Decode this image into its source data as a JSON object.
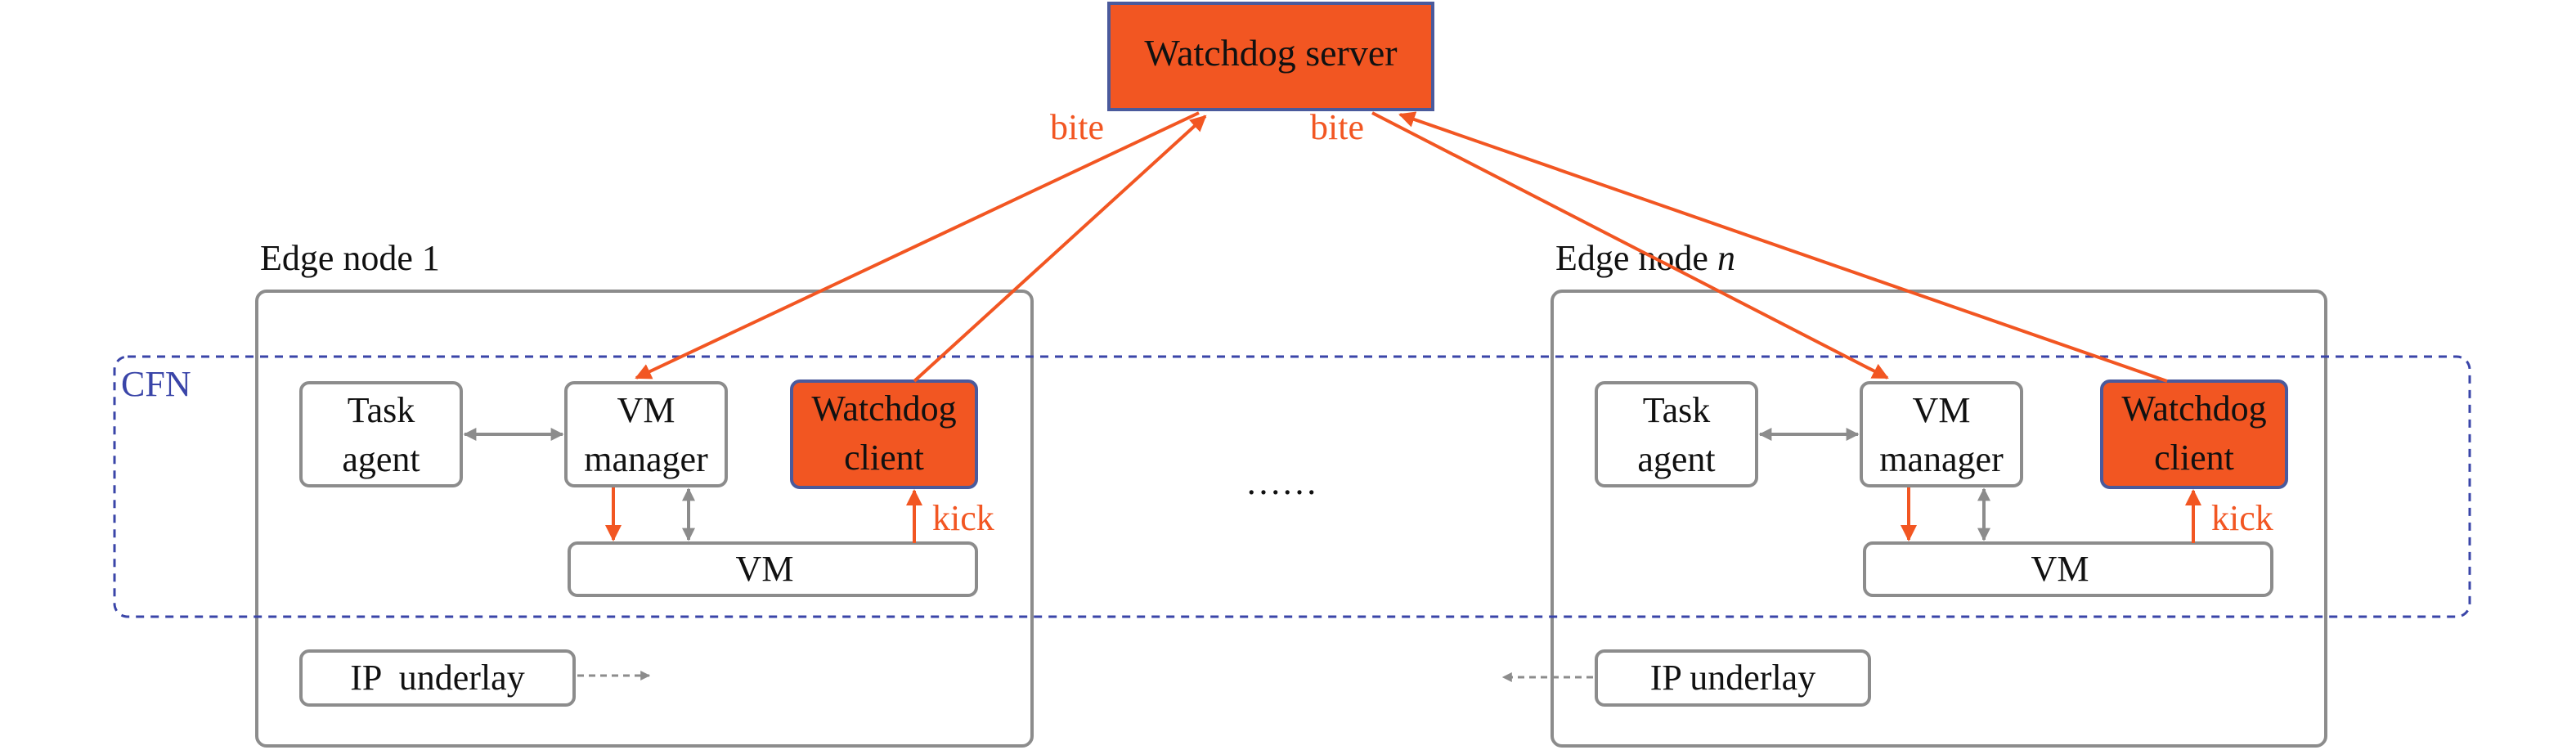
{
  "colors": {
    "accent": "#F25622",
    "accent_border": "#4A5A9C",
    "gray_box": "#8C8C8C",
    "gray_arrow": "#8C8C8C",
    "cfn_blue": "#3A45A8",
    "text": "#111111"
  },
  "server": {
    "label": "Watchdog server"
  },
  "links": {
    "bite_left": "bite",
    "bite_right": "bite"
  },
  "cfn": {
    "label": "CFN"
  },
  "ellipsis": "……",
  "node1": {
    "title": "Edge node 1",
    "task_agent": [
      "Task",
      "agent"
    ],
    "vm_manager": [
      "VM",
      "manager"
    ],
    "watchdog_client": [
      "Watchdog",
      "client"
    ],
    "vm": "VM",
    "kick": "kick",
    "ip_underlay": "IP  underlay"
  },
  "noden": {
    "title_prefix": "Edge node ",
    "title_var": "n",
    "task_agent": [
      "Task",
      "agent"
    ],
    "vm_manager": [
      "VM",
      "manager"
    ],
    "watchdog_client": [
      "Watchdog",
      "client"
    ],
    "vm": "VM",
    "kick": "kick",
    "ip_underlay": "IP underlay"
  }
}
